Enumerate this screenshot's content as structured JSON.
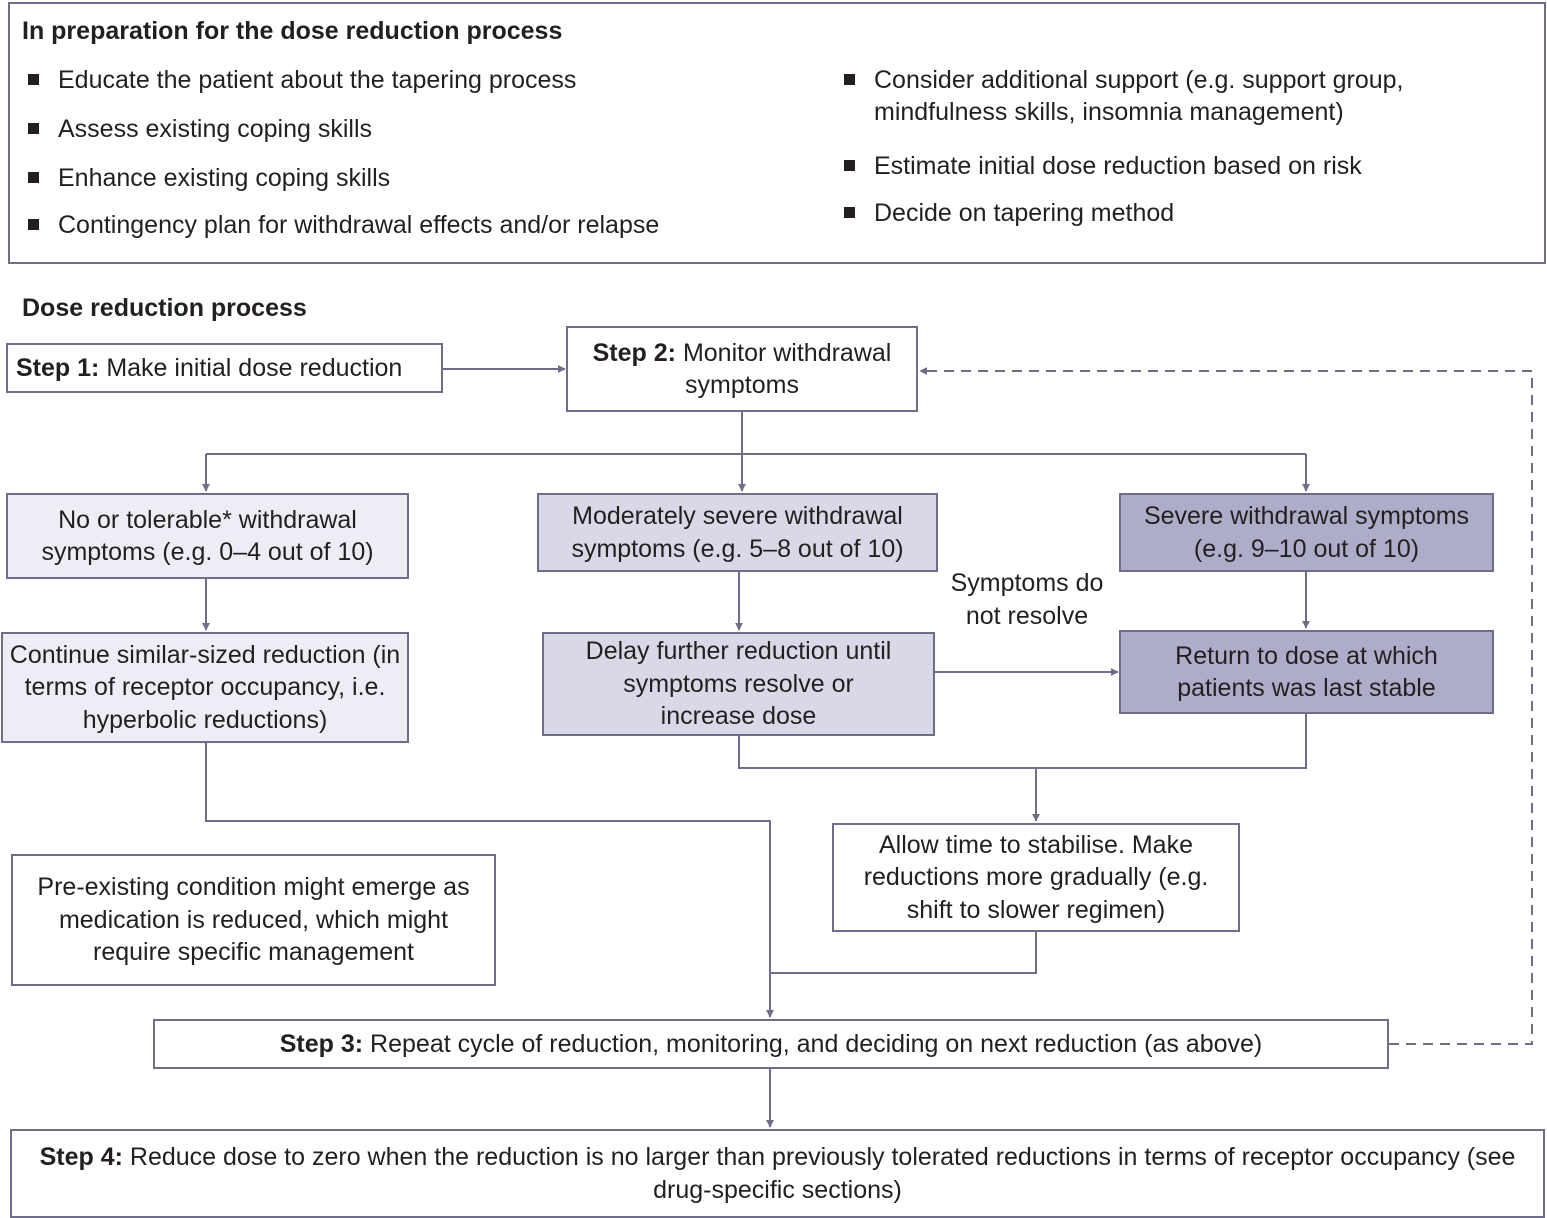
{
  "preparation": {
    "heading": "In preparation for the dose reduction process",
    "left_items": [
      "Educate the patient about the tapering process",
      "Assess existing coping skills",
      "Enhance existing coping skills",
      "Contingency plan for withdrawal effects and/or relapse"
    ],
    "right_items": [
      "Consider additional support (e.g. support group, mindfulness skills, insomnia management)",
      "Estimate initial dose reduction based on risk",
      "Decide on tapering method"
    ]
  },
  "process": {
    "heading": "Dose reduction process",
    "step1": {
      "label": "Step 1:",
      "text": "Make initial dose reduction"
    },
    "step2": {
      "label": "Step 2:",
      "text": "Monitor withdrawal symptoms"
    },
    "mild": "No or tolerable* withdrawal symptoms (e.g. 0–4 out of 10)",
    "moderate": "Moderately severe withdrawal symptoms (e.g. 5–8 out of 10)",
    "severe": "Severe withdrawal symptoms (e.g. 9–10 out of 10)",
    "continue": "Continue similar-sized reduction (in terms of receptor occupancy, i.e. hyperbolic reductions)",
    "delay": "Delay further reduction until symptoms resolve or increase dose",
    "return": "Return to dose at which patients was last stable",
    "not_resolve": "Symptoms do not resolve",
    "stabilise": "Allow time to stabilise. Make reductions more gradually (e.g. shift to slower regimen)",
    "preexisting": "Pre-existing condition might emerge as medication is reduced, which might require specific management",
    "step3": {
      "label": "Step 3:",
      "text": "Repeat cycle of reduction, monitoring, and deciding on next reduction (as above)"
    },
    "step4": {
      "label": "Step 4:",
      "text": "Reduce dose to zero when the reduction is no larger than previously tolerated reductions in terms of receptor occupancy (see drug-specific sections)"
    }
  },
  "colors": {
    "border": "#6e6e8a",
    "mild_fill": "#eeedf5",
    "moderate_fill": "#d9d8e6",
    "severe_fill": "#aeadc9"
  }
}
